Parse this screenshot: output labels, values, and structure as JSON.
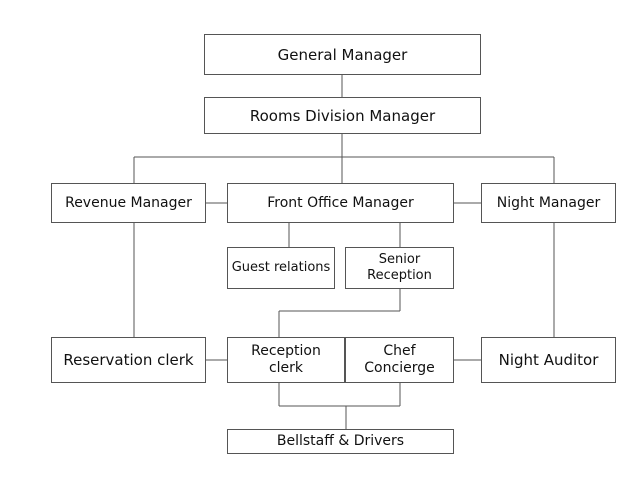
{
  "org_chart": {
    "general_manager": "General Manager",
    "rooms_division_manager": "Rooms Division Manager",
    "revenue_manager": "Revenue Manager",
    "front_office_manager": "Front Office Manager",
    "night_manager": "Night Manager",
    "guest_relations": "Guest relations",
    "senior_reception": [
      "Senior",
      "Reception"
    ],
    "reservation_clerk": "Reservation clerk",
    "reception_clerk": [
      "Reception",
      "clerk"
    ],
    "chef_concierge": [
      "Chef",
      "Concierge"
    ],
    "night_auditor": "Night Auditor",
    "bellstaff_drivers": "Bellstaff & Drivers"
  }
}
